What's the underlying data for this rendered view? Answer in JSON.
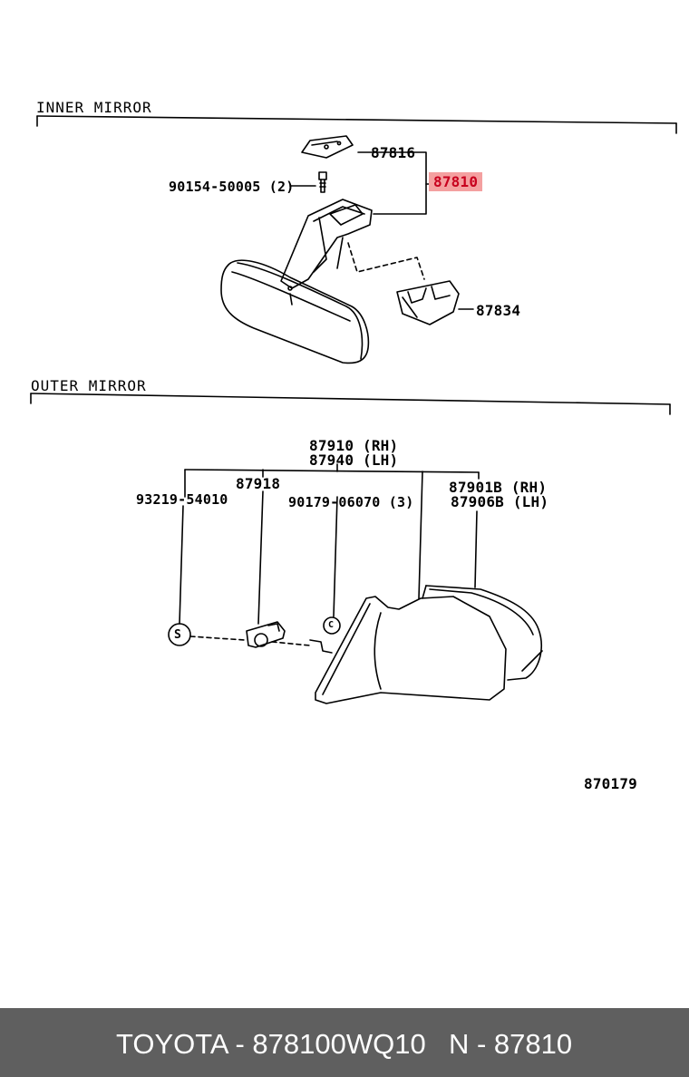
{
  "inner_mirror": {
    "section_title": "INNER MIRROR",
    "labels": {
      "p87816": "87816",
      "p87810": "87810",
      "p90154": "90154-50005 (2)",
      "p87834": "87834"
    }
  },
  "outer_mirror": {
    "section_title": "OUTER MIRROR",
    "labels": {
      "p87910": "87910 (RH)",
      "p87940": "87940 (LH)",
      "p87918": "87918",
      "p93219": "93219-54010",
      "p90179": "90179-06070 (3)",
      "p87901b": "87901B (RH)",
      "p87906b": "87906B (LH)",
      "s_symbol": "S",
      "c_symbol": "C"
    }
  },
  "diagram_code": "870179",
  "highlight_color": "#f4a0a0",
  "footer": {
    "brand_part": "TOYOTA - 878100WQ10",
    "ref": "N - 87810",
    "background": "#5f5f5f"
  }
}
